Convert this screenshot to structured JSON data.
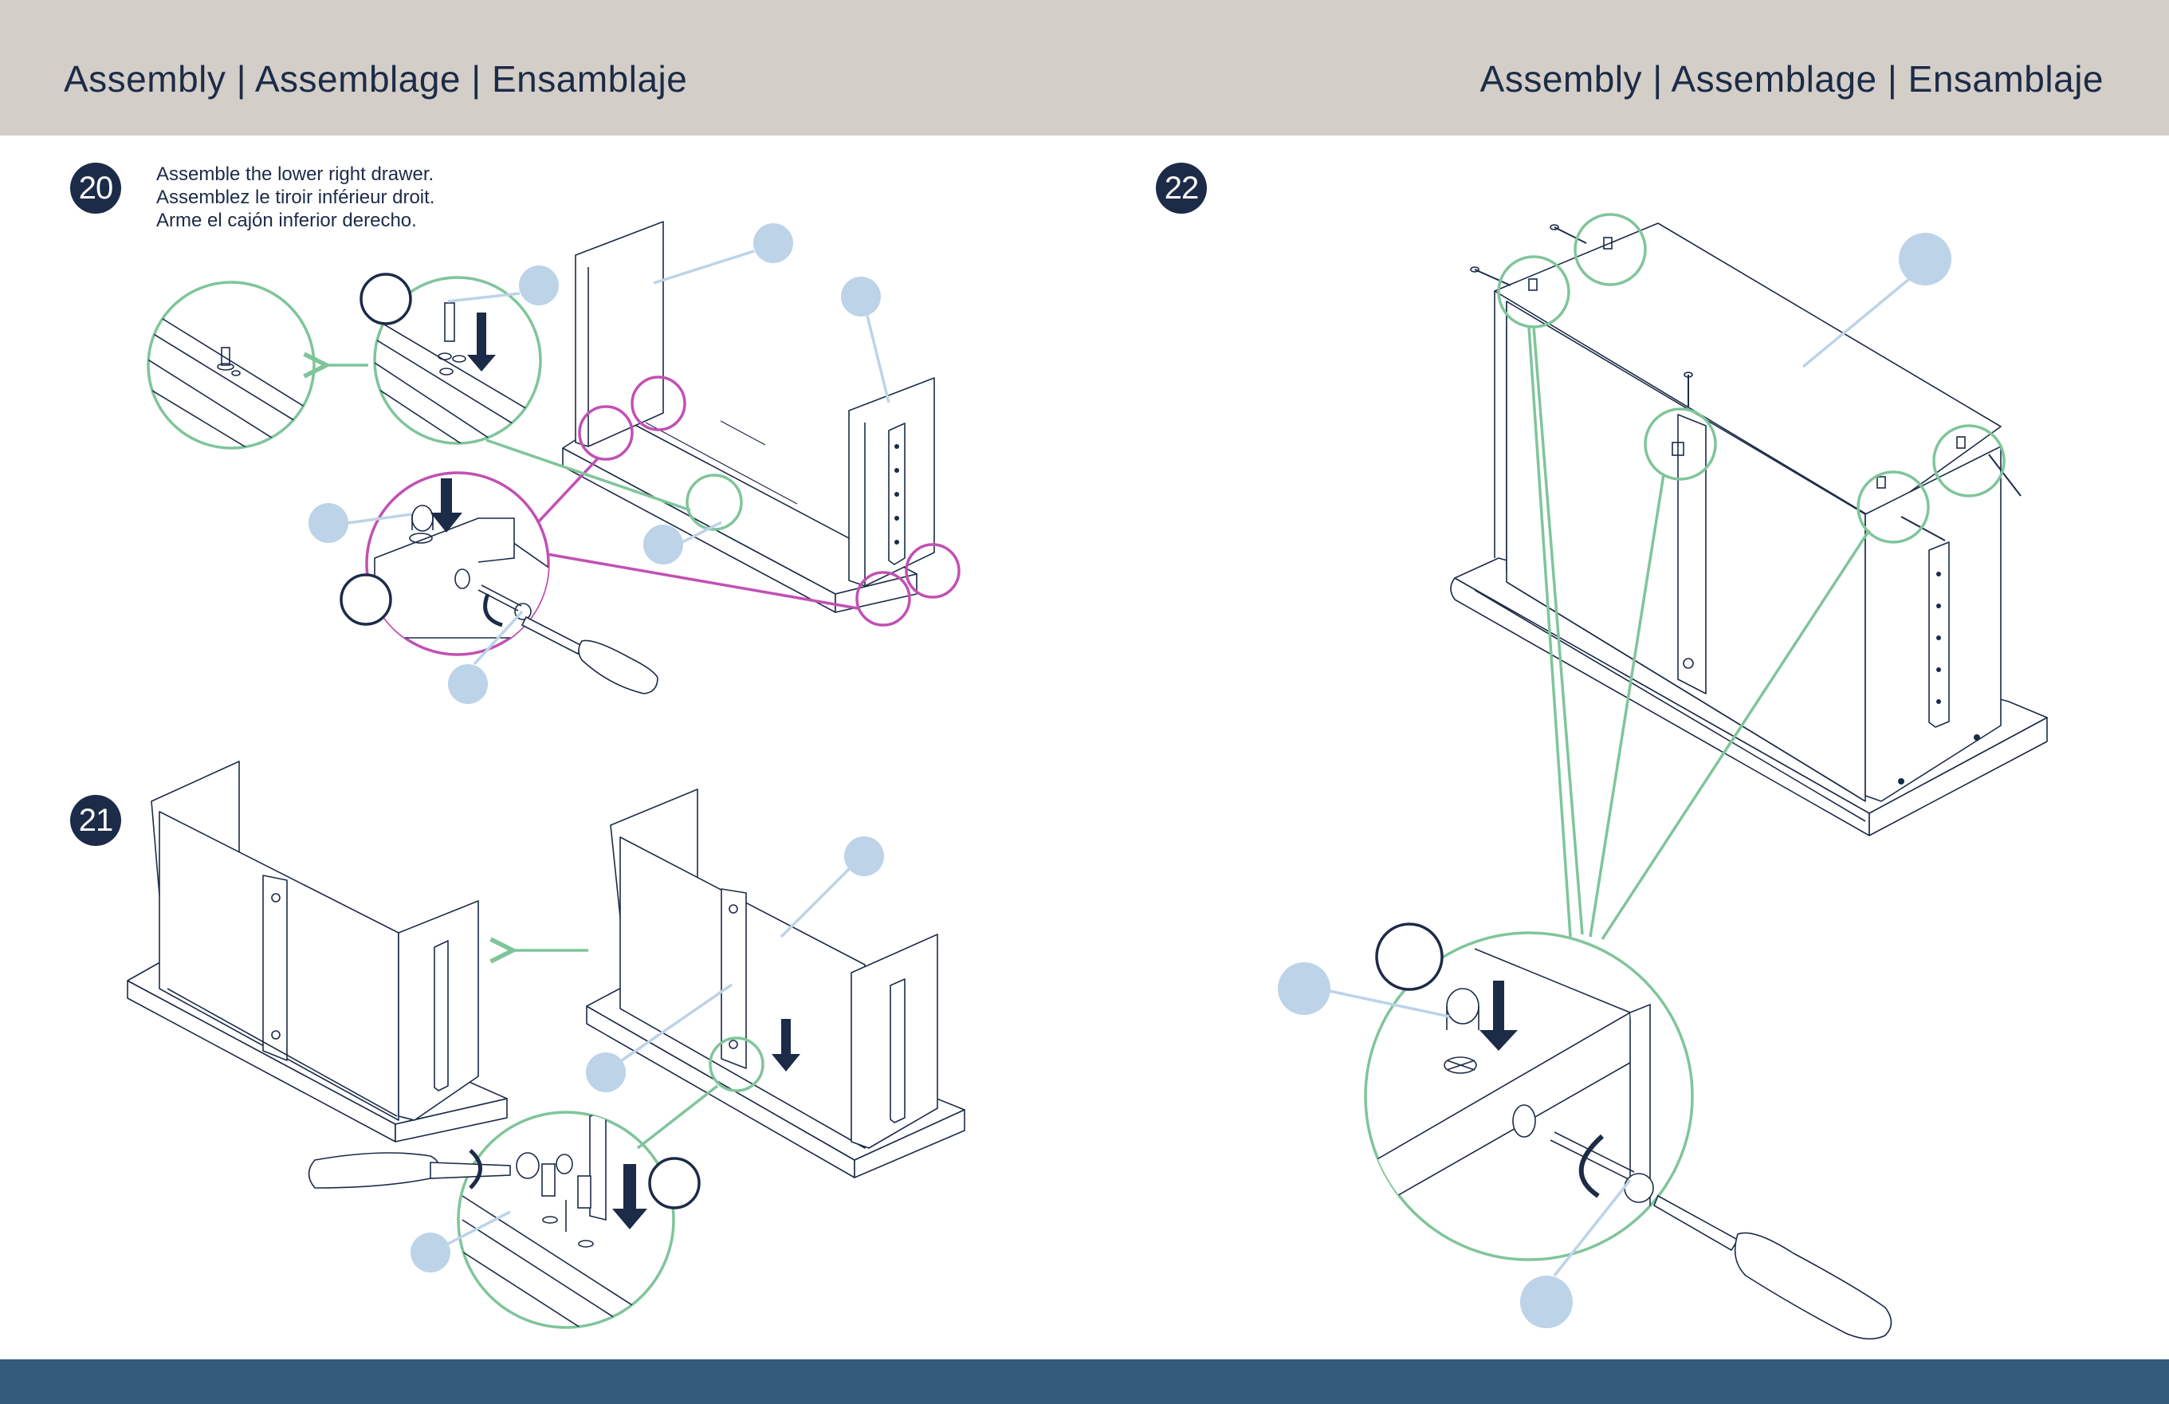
{
  "header": {
    "title_left": "Assembly | Assemblage | Ensamblaje",
    "title_right": "Assembly | Assemblage | Ensamblaje"
  },
  "steps": [
    {
      "number": "20",
      "instructions": [
        "Assemble the lower right drawer.",
        "Assemblez le tiroir inférieur droit.",
        "Arme el cajón inferior derecho."
      ]
    },
    {
      "number": "21"
    },
    {
      "number": "22"
    }
  ],
  "colors": {
    "header_bg": "#d3cec7",
    "navy": "#1c2b48",
    "footer_bg": "#335c7c",
    "callout_green": "#7fc59a",
    "callout_magenta": "#c250b4",
    "part_label_blue": "#bcd3e8"
  }
}
